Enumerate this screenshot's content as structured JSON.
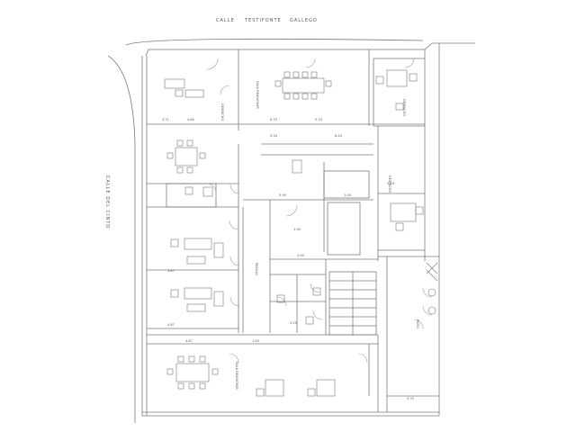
{
  "streets": {
    "top_calle": "CALLE",
    "top_testifonte": "TESTIFONTE",
    "top_gallego": "GALLEGO",
    "side": "CALLE DEL CINTO"
  },
  "rooms": {
    "office_1": "DESPACHO",
    "meeting_top": "SALA REUNIONES",
    "office_top_right": "DESPACHO",
    "office_right": "DESPACHO",
    "hall": "PASILLO",
    "meeting_bottom": "SALA REUNIONES",
    "patio": "PATIO"
  },
  "dimensions": {
    "d_top_left_1": "3.71",
    "d_top_left_2": "4.80",
    "d_top_mid": "6.70",
    "d_top_mid_2": "5.70",
    "d_mid_1": "6.40",
    "d_mid_2": "5.18",
    "d_corr": "0.90",
    "d_stair": "1.00",
    "d_left_mid": "4.87",
    "d_left_low": "4.87",
    "d_bottom_1": "4.87",
    "d_bottom_2": "1.50",
    "d_right_low": "3.75",
    "d_v1": "1.90",
    "d_v2": "2.90",
    "d_v3": "3.25",
    "d_v4": "3.10"
  },
  "colors": {
    "line": "#7a7a7a",
    "dark_line": "#444444",
    "text": "#555555"
  }
}
